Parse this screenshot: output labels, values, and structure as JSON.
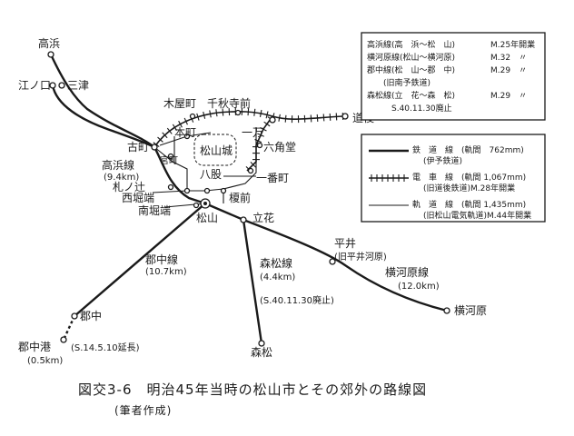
{
  "map": {
    "stations": {
      "takahama": "高浜",
      "enokuchi": "江ノ口",
      "mitsu": "三津",
      "komachi": "古町",
      "miyamachi": "宮町",
      "honmachi": "本町",
      "fudanotsuji": "札ノ辻",
      "nishihoribata": "西堀端",
      "minamihoribata": "南堀端",
      "kiyamachi": "木屋町",
      "senshujimae": "千秋寺前",
      "dogo": "道後",
      "ichiman": "一万",
      "rokkakudo": "六角堂",
      "ichibancho": "一番町",
      "yatsumata": "八股",
      "enokimae": "榎前",
      "matsuyama": "松山",
      "tachibana": "立花",
      "hirai": "平井",
      "hirai_note": "(旧平井河原)",
      "yokogawara": "横河原",
      "morimatsu": "森松",
      "gunchu": "郡中",
      "gunchuko": "郡中港"
    },
    "castle": "松山城",
    "lines": {
      "takahama_name": "高浜線",
      "takahama_len": "(9.4km)",
      "gunchu_name": "郡中線",
      "gunchu_len": "(10.7km)",
      "morimatsu_name": "森松線",
      "morimatsu_len": "(4.4km)",
      "morimatsu_closed": "(S.40.11.30廃止)",
      "yokogawara_name": "横河原線",
      "yokogawara_len": "(12.0km)",
      "gunchuko_ext": "(S.14.5.10延長)",
      "gunchuko_len": "(0.5km)"
    }
  },
  "legend_top": {
    "rows": [
      {
        "line": "高浜線(高　浜～松　山)",
        "year": "M.25年開業"
      },
      {
        "line": "横河原線(松山～横河原)",
        "year": "M.32　〃"
      },
      {
        "line": "郡中線(松　山～郡　中)",
        "year": "M.29　〃"
      },
      {
        "line": "　　(旧南予鉄道)",
        "year": ""
      },
      {
        "line": "森松線(立　花～森　松)",
        "year": "M.29　〃"
      },
      {
        "line": "　　　S.40.11.30廃止",
        "year": ""
      }
    ]
  },
  "legend_bottom": {
    "rows": [
      {
        "label": "鉄　道　線　(軌間　762mm)",
        "note": "(伊予鉄道)"
      },
      {
        "label": "電　車　線　(軌間 1,067mm)",
        "note": "(旧道後鉄道)M.28年開業"
      },
      {
        "label": "軌　道　線　(軌間 1,435mm)",
        "note": "(旧松山電気軌道)M.44年開業"
      }
    ]
  },
  "caption": {
    "title": "図交3-6　明治45年当時の松山市とその郊外の路線図",
    "sub": "(筆者作成)"
  }
}
